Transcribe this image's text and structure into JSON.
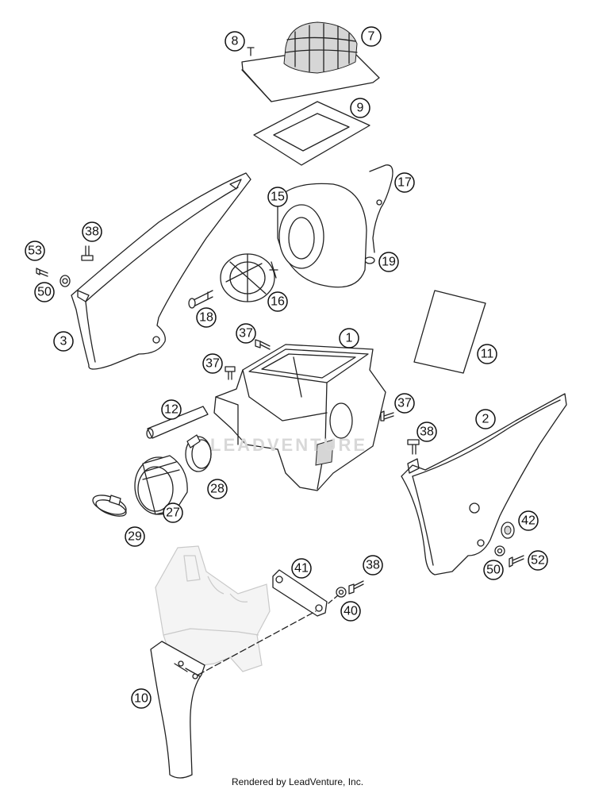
{
  "callouts": [
    {
      "id": "8",
      "label": "8"
    },
    {
      "id": "7",
      "label": "7"
    },
    {
      "id": "9",
      "label": "9"
    },
    {
      "id": "17",
      "label": "17"
    },
    {
      "id": "15",
      "label": "15"
    },
    {
      "id": "19",
      "label": "19"
    },
    {
      "id": "38a",
      "label": "38"
    },
    {
      "id": "53",
      "label": "53"
    },
    {
      "id": "50a",
      "label": "50"
    },
    {
      "id": "16",
      "label": "16"
    },
    {
      "id": "18",
      "label": "18"
    },
    {
      "id": "3",
      "label": "3"
    },
    {
      "id": "37a",
      "label": "37"
    },
    {
      "id": "1",
      "label": "1"
    },
    {
      "id": "11",
      "label": "11"
    },
    {
      "id": "37b",
      "label": "37"
    },
    {
      "id": "12",
      "label": "12"
    },
    {
      "id": "37c",
      "label": "37"
    },
    {
      "id": "2",
      "label": "2"
    },
    {
      "id": "38b",
      "label": "38"
    },
    {
      "id": "28",
      "label": "28"
    },
    {
      "id": "27",
      "label": "27"
    },
    {
      "id": "29",
      "label": "29"
    },
    {
      "id": "42",
      "label": "42"
    },
    {
      "id": "41",
      "label": "41"
    },
    {
      "id": "38c",
      "label": "38"
    },
    {
      "id": "50b",
      "label": "50"
    },
    {
      "id": "52",
      "label": "52"
    },
    {
      "id": "40",
      "label": "40"
    },
    {
      "id": "10",
      "label": "10"
    }
  ],
  "watermark": "LEADVENTURE",
  "footer": "Rendered by LeadVenture, Inc."
}
